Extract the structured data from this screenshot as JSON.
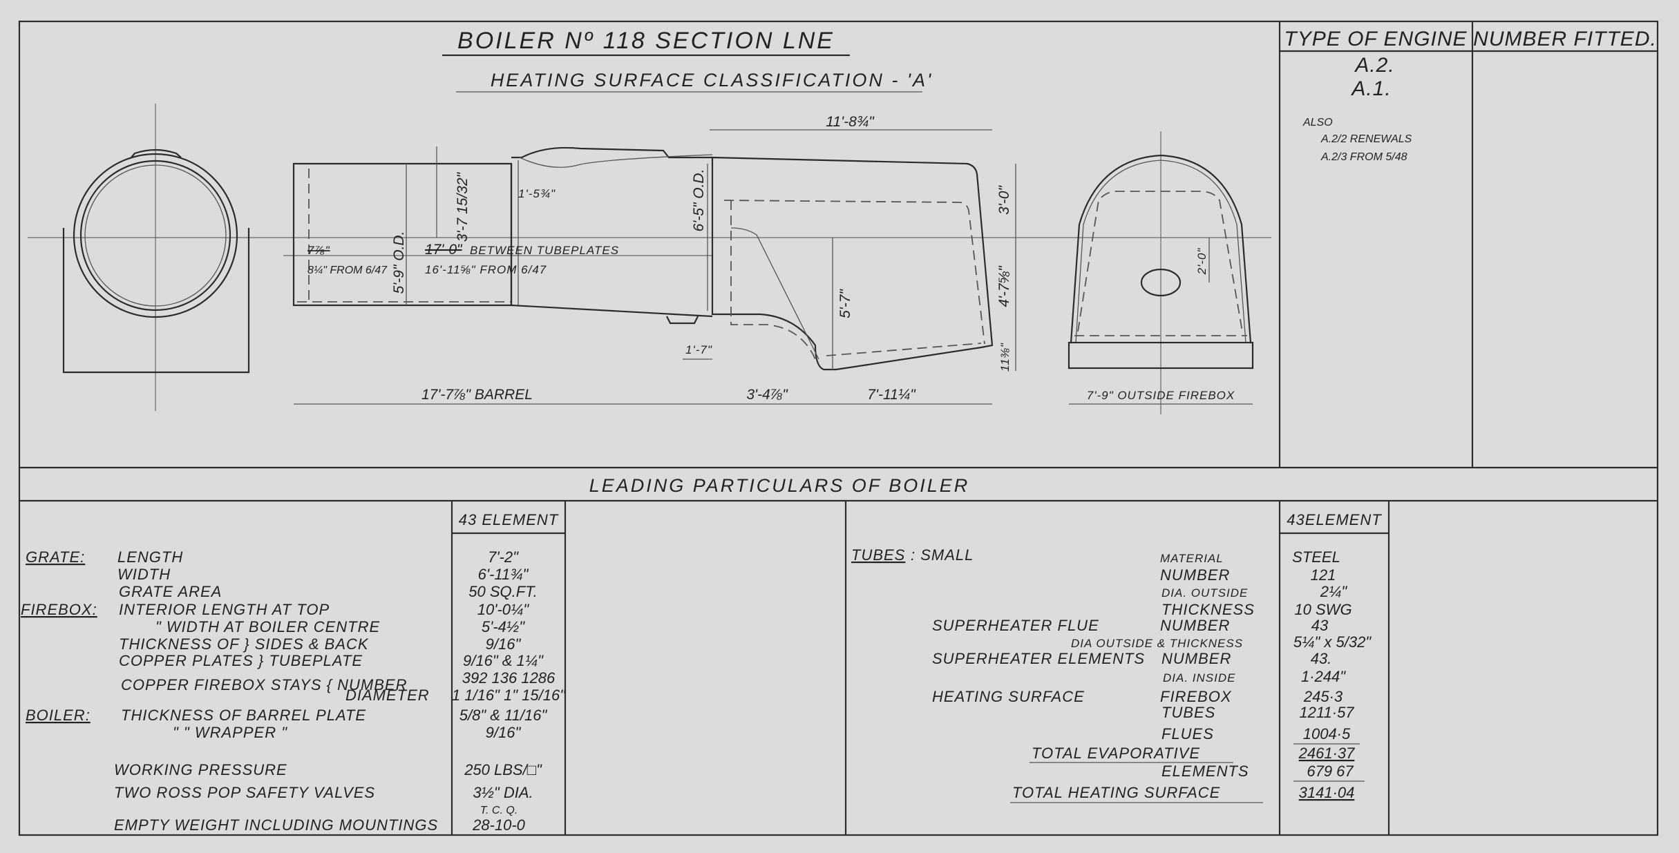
{
  "title": "BOILER Nº 118 SECTION LNE",
  "subtitle": "HEATING SURFACE CLASSIFICATION - 'A'",
  "engine_table": {
    "type_header": "TYPE OF ENGINE",
    "number_header": "NUMBER FITTED.",
    "types": [
      "A.2.",
      "A.1."
    ],
    "note_also": "ALSO",
    "note_line1": "A.2/2   RENEWALS",
    "note_line2": "A.2/3     FROM 5/48"
  },
  "drawing": {
    "dim_overall_firebox": "11'-8¾\"",
    "dim_dome": "3'-7 15/32\"",
    "dim_dome_offset": "1'-5¾\"",
    "dim_barrel_od": "5'-9\" O.D.",
    "dim_firebox_od": "6'-5\" O.D.",
    "dim_tubeplates_old": "17'-0\"",
    "dim_tubeplates_label": "BETWEEN TUBEPLATES",
    "dim_tubeplates_new": "16'-11⅝\" FROM 6/47",
    "dim_smokebox_old": "7⅞\"",
    "dim_smokebox_new": "8¼\" FROM 6/47",
    "dim_firebox_top": "3'-0\"",
    "dim_firebox_lower": "4'-7⅝\"",
    "dim_foundation": "11⅜\"",
    "dim_grate_height": "5'-7\"",
    "dim_throat": "1'-7\"",
    "dim_barrel": "17'-7⅞\" BARREL",
    "dim_throat_len": "3'-4⅞\"",
    "dim_grate_len": "7'-11¼\"",
    "dim_firehole": "2'-0\"",
    "dim_outside_firebox": "7'-9\" OUTSIDE FIREBOX"
  },
  "particulars": {
    "heading": "LEADING PARTICULARS OF BOILER",
    "left_col_header": "43 ELEMENT",
    "right_col_header": "43ELEMENT",
    "left": {
      "grate": "GRATE:",
      "firebox": "FIREBOX:",
      "boiler": "BOILER:",
      "rows": [
        {
          "label": "LENGTH",
          "value": "7'-2\""
        },
        {
          "label": "WIDTH",
          "value": "6'-11¾\""
        },
        {
          "label": "GRATE AREA",
          "value": "50 SQ.FT."
        },
        {
          "label": "INTERIOR LENGTH AT TOP",
          "value": "10'-0¼\""
        },
        {
          "label": "\"      WIDTH AT BOILER CENTRE",
          "value": "5'-4½\""
        },
        {
          "label": "THICKNESS  OF  } SIDES & BACK",
          "value": "9/16\""
        },
        {
          "label": "COPPER PLATES } TUBEPLATE",
          "value": "9/16\" & 1¼\""
        },
        {
          "label": "COPPER FIREBOX STAYS { NUMBER",
          "value": "392  136  1286"
        },
        {
          "label": "DIAMETER",
          "value": "1 1/16\"  1\"  15/16\""
        },
        {
          "label": "THICKNESS OF BARREL PLATE",
          "value": "5/8\" & 11/16\""
        },
        {
          "label": "\"       \" WRAPPER   \"",
          "value": "9/16\""
        },
        {
          "label": "WORKING   PRESSURE",
          "value": "250 LBS/□\""
        },
        {
          "label": "TWO  ROSS  POP  SAFETY VALVES",
          "value": "3½\" DIA."
        },
        {
          "label": "EMPTY WEIGHT  INCLUDING MOUNTINGS",
          "value": "28-10-0"
        }
      ],
      "weight_units": "T.    C.    Q."
    },
    "right": {
      "tubes": "TUBES",
      "small": ": SMALL",
      "superheater_flue": "SUPERHEATER FLUE",
      "superheater_elements": "SUPERHEATER ELEMENTS",
      "heating_surface": "HEATING   SURFACE",
      "total_evaporative": "TOTAL  EVAPORATIVE",
      "total_heating_surface": "TOTAL  HEATING  SURFACE",
      "rows": [
        {
          "label": "MATERIAL",
          "value": "STEEL"
        },
        {
          "label": "NUMBER",
          "value": "121"
        },
        {
          "label": "DIA. OUTSIDE",
          "value": "2¼\""
        },
        {
          "label": "THICKNESS",
          "value": "10 SWG"
        },
        {
          "label": "NUMBER",
          "value": "43"
        },
        {
          "label": "DIA  OUTSIDE & THICKNESS",
          "value": "5¼\" x 5/32\""
        },
        {
          "label": "NUMBER",
          "value": "43."
        },
        {
          "label": "DIA. INSIDE",
          "value": "1·244\""
        },
        {
          "label": "FIREBOX",
          "value": "245·3"
        },
        {
          "label": "TUBES",
          "value": "1211·57"
        },
        {
          "label": "FLUES",
          "value": "1004·5"
        },
        {
          "label": "",
          "value": "2461·37"
        },
        {
          "label": "ELEMENTS",
          "value": "679 67"
        },
        {
          "label": "",
          "value": "3141·04"
        }
      ]
    }
  }
}
